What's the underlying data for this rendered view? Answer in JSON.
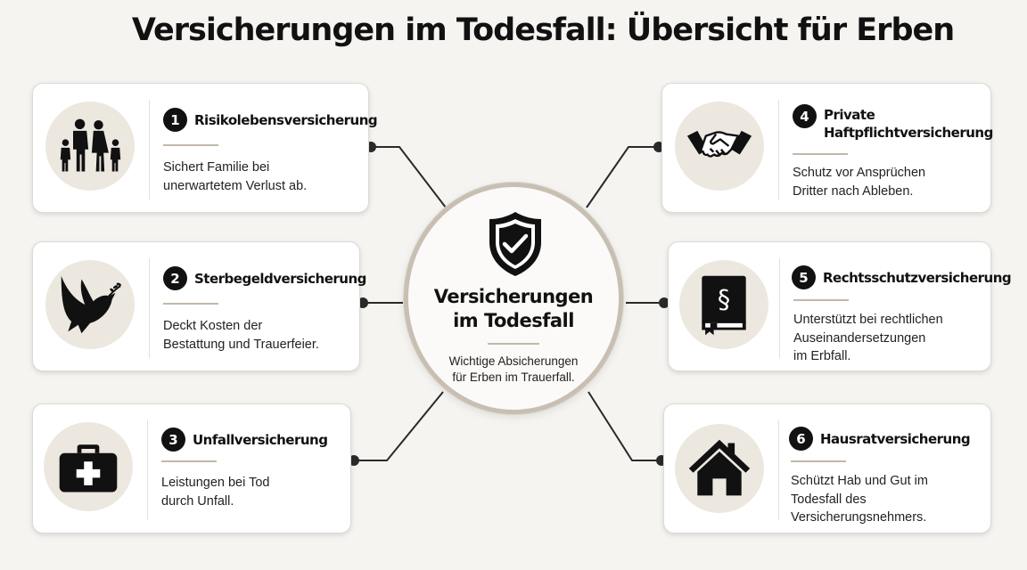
{
  "title": "Versicherungen im Todesfall: Übersicht für Erben",
  "center": {
    "title": "Versicherungen\nim Todesfall",
    "subtitle": "Wichtige Absicherungen\nfür Erben im Trauerfall.",
    "icon": "shield-check-icon"
  },
  "cards": [
    {
      "number": "1",
      "title": "Risikolebensversicherung",
      "description": "Sichert Familie bei\nunerwartetem Verlust ab.",
      "icon": "family-icon"
    },
    {
      "number": "2",
      "title": "Sterbegeldversicherung",
      "description": "Deckt Kosten der\nBestattung und Trauerfeier.",
      "icon": "dove-icon"
    },
    {
      "number": "3",
      "title": "Unfallversicherung",
      "description": "Leistungen bei Tod\ndurch Unfall.",
      "icon": "first-aid-kit-icon"
    },
    {
      "number": "4",
      "title": "Private\nHaftpflichtversicherung",
      "description": "Schutz vor Ansprüchen\nDritter nach Ableben.",
      "icon": "handshake-icon"
    },
    {
      "number": "5",
      "title": "Rechtsschutzversicherung",
      "description": "Unterstützt bei rechtlichen\nAuseinandersetzungen\nim Erbfall.",
      "icon": "law-book-icon"
    },
    {
      "number": "6",
      "title": "Hausratversicherung",
      "description": "Schützt Hab und Gut im\nTodesfall des\nVersicherungsnehmers.",
      "icon": "house-icon"
    }
  ],
  "colors": {
    "background": "#f5f4f1",
    "accent": "#c2b8a8",
    "icon_bg": "#ece8e0",
    "ink": "#111111"
  }
}
